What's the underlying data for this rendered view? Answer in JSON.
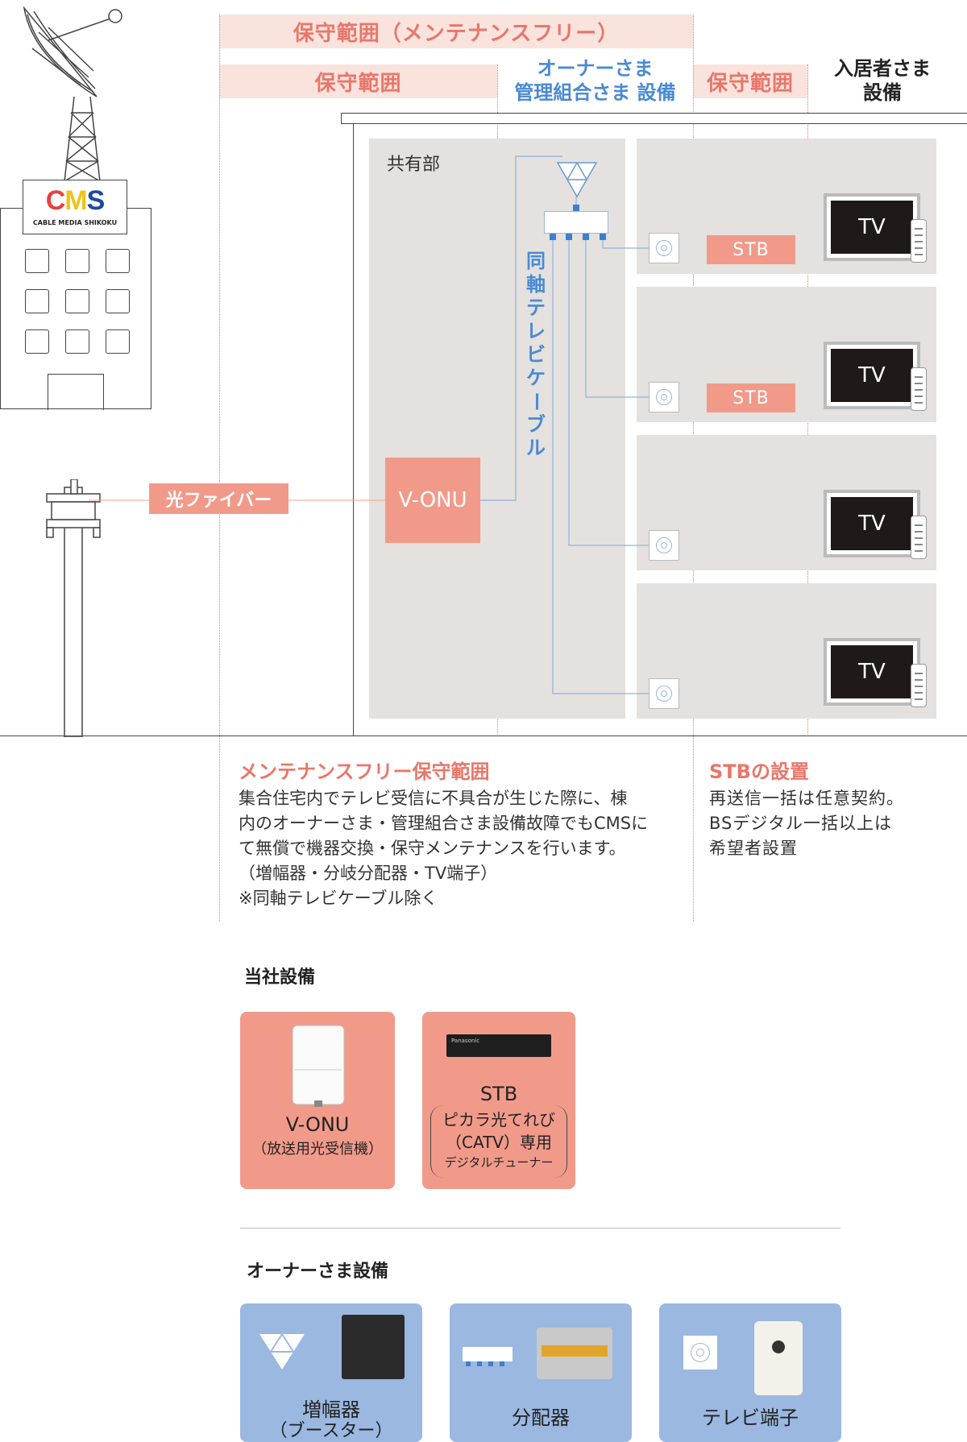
{
  "bands": {
    "maintenance_free": "保守範囲（メンテナンスフリー）",
    "maintenance_left": "保守範囲",
    "maintenance_right": "保守範囲"
  },
  "headers": {
    "owner_line1": "オーナーさま",
    "owner_line2": "管理組合さま 設備",
    "resident_line1": "入居者さま",
    "resident_line2": "設備"
  },
  "logo": {
    "letters": [
      "C",
      "M",
      "S"
    ],
    "subtitle": "CABLE MEDIA SHIKOKU",
    "colors": [
      "#e8423f",
      "#f2c218",
      "#1b4aa3"
    ]
  },
  "diagram": {
    "common_area": "共有部",
    "fiber": "光ファイバー",
    "onu": "V-ONU",
    "coax": [
      "同",
      "軸",
      "テ",
      "レ",
      "ビ",
      "ケ",
      "ー",
      "ブ",
      "ル"
    ],
    "stb": [
      "STB",
      "STB"
    ],
    "tv": [
      "TV",
      "TV",
      "TV",
      "TV"
    ]
  },
  "notes": {
    "left_title": "メンテナンスフリー保守範囲",
    "left_text": "集合住宅内でテレビ受信に不具合が生じた際に、棟\n内のオーナーさま・管理組合さま設備故障でもCMSに\nて無償で機器交換・保守メンテナンスを行います。\n（増幅器・分岐分配器・TV端子）\n※同軸テレビケーブル除く",
    "right_title": "STBの設置",
    "right_text": "再送信一括は任意契約。\nBSデジタル一括以上は\n希望者設置"
  },
  "company_equipment": {
    "title": "当社設備",
    "onu_line1": "V-ONU",
    "onu_line2": "（放送用光受信機）",
    "stb_line1": "STB",
    "stb_line2": "ピカラ光てれび",
    "stb_line3": "（CATV）専用",
    "stb_line4": "デジタルチューナー",
    "stb_brand": "Panasonic"
  },
  "owner_equipment": {
    "title": "オーナーさま設備",
    "amp_line1": "増幅器",
    "amp_line2": "（ブースター）",
    "splitter": "分配器",
    "terminal": "テレビ端子"
  },
  "colors": {
    "accent_red": "#e8776a",
    "accent_blue": "#4a8ad4",
    "panel_gray": "#e4e1de",
    "salmon": "#f19a8a",
    "card_blue": "#9ab8e0"
  }
}
